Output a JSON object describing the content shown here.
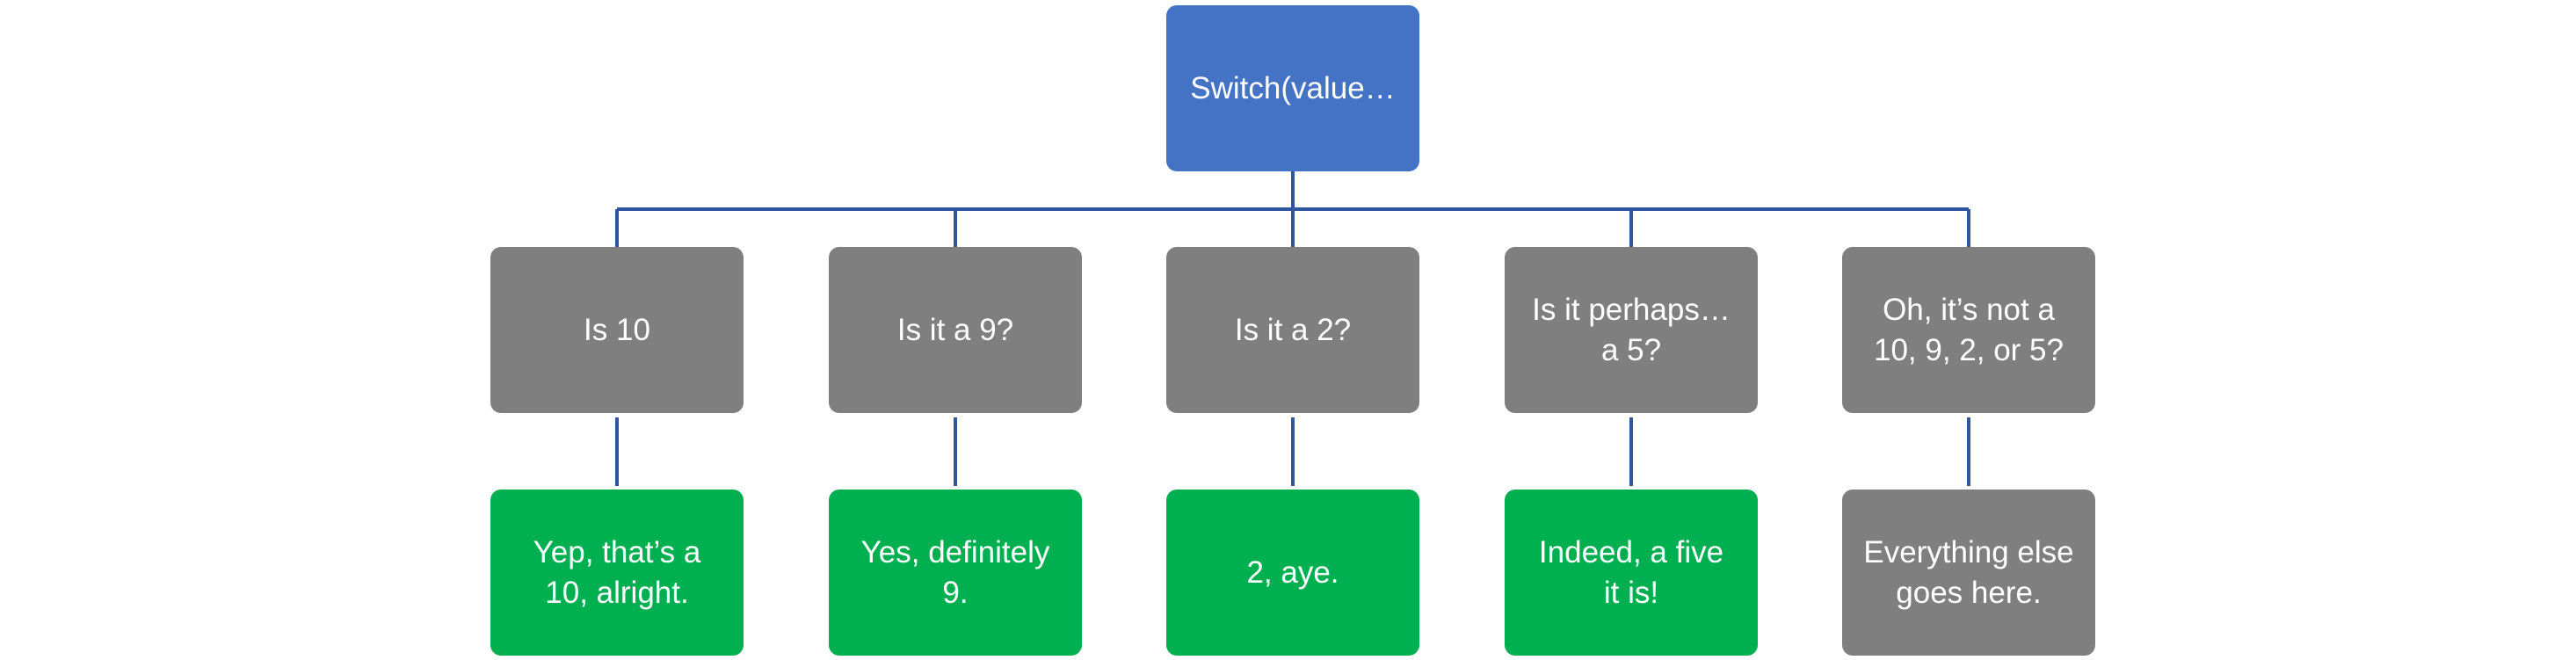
{
  "diagram": {
    "root": {
      "label": "Switch(value…"
    },
    "cases": [
      {
        "question": "Is 10",
        "answer": "Yep, that’s a\n10, alright.",
        "answer_color": "#00b050"
      },
      {
        "question": "Is it a 9?",
        "answer": "Yes, definitely\n9.",
        "answer_color": "#00b050"
      },
      {
        "question": "Is it a 2?",
        "answer": "2, aye.",
        "answer_color": "#00b050"
      },
      {
        "question": "Is it perhaps…\na 5?",
        "answer": "Indeed, a five\nit is!",
        "answer_color": "#00b050"
      },
      {
        "question": "Oh, it’s not a\n10, 9, 2, or 5?",
        "answer": "Everything else\ngoes here.",
        "answer_color": "#7f7f7f"
      }
    ],
    "colors": {
      "root": "#4472c4",
      "question": "#7f7f7f",
      "connector": "#2f54a0"
    }
  }
}
